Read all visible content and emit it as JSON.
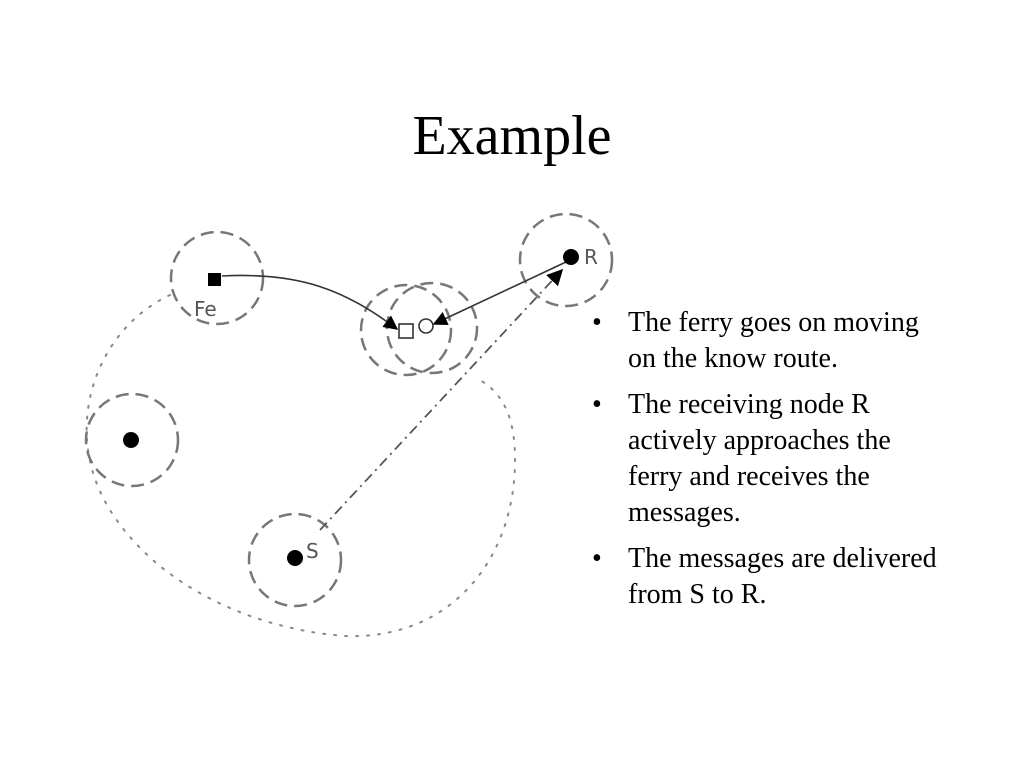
{
  "slide": {
    "title": "Example"
  },
  "diagram": {
    "labels": {
      "ferry": "Fe",
      "receiver": "R",
      "sender": "S"
    },
    "colors": {
      "range_circle": "#777777",
      "route": "#888888",
      "node": "#000000",
      "label": "#555555"
    }
  },
  "bullets": [
    {
      "marker": "•",
      "text": "The ferry goes on moving on the know route."
    },
    {
      "marker": "•",
      "text": "The receiving node R actively approaches the ferry and receives the messages."
    },
    {
      "marker": "•",
      "text": "The messages are delivered from S to R."
    }
  ]
}
